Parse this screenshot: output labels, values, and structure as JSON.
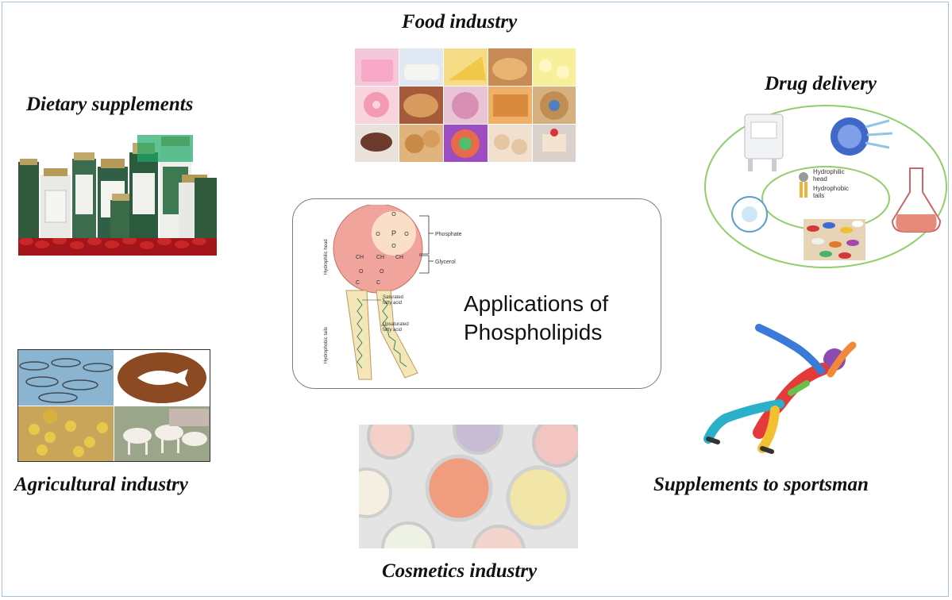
{
  "center": {
    "title_line1": "Applications of",
    "title_line2": "Phospholipids",
    "diagram_labels": {
      "phosphate": "Phosphate",
      "glycerol": "Glycerol",
      "saturated_1": "Saturated",
      "saturated_2": "fatty acid",
      "unsaturated_1": "Unsaturated",
      "unsaturated_2": "fatty acid",
      "hydrophilic_head": "Hydrophilic head",
      "hydrophobic_tails": "Hydrophobic tails",
      "p": "P",
      "o": "O",
      "c": "C",
      "ch2": "CH",
      "ch": "CH"
    }
  },
  "labels": {
    "food": "Food industry",
    "dietary": "Dietary supplements",
    "drug": "Drug delivery",
    "agri": "Agricultural industry",
    "cosmetics": "Cosmetics industry",
    "sport": "Supplements to sportsman"
  },
  "drug_panel": {
    "head_label_1": "Hydrophilic",
    "head_label_2": "head",
    "tail_label_1": "Hydrophobic",
    "tail_label_2": "tails"
  },
  "colors": {
    "border": "#a9c3dc",
    "head_fill": "#f0a49c",
    "tail_fill": "#f5e6b8",
    "drug_oval": "#8fcf6a"
  }
}
